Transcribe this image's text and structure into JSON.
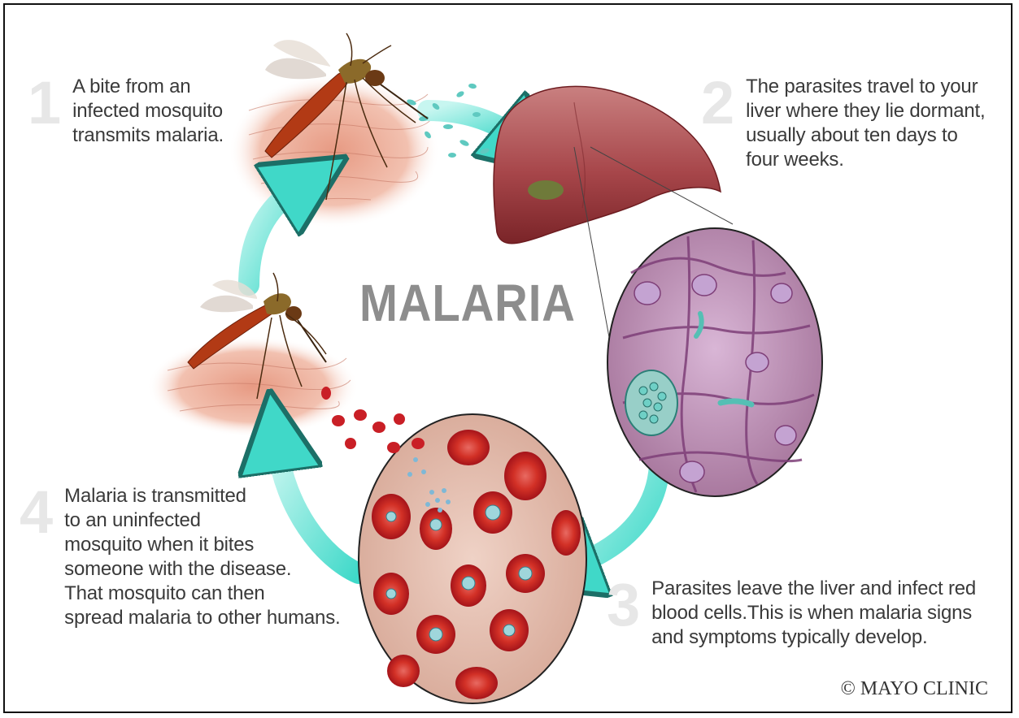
{
  "title": "MALARIA",
  "steps": [
    {
      "number": "1",
      "lines": [
        "A bite from an",
        "infected mosquito",
        "transmits malaria."
      ]
    },
    {
      "number": "2",
      "lines": [
        "The parasites travel to your",
        "liver where they lie dormant,",
        "usually about ten days to",
        "four weeks."
      ]
    },
    {
      "number": "3",
      "lines": [
        "Parasites leave the liver and infect red",
        "blood cells.This is when malaria signs",
        "and symptoms typically develop."
      ]
    },
    {
      "number": "4",
      "lines": [
        "Malaria is transmitted",
        "to an uninfected",
        "mosquito when it bites",
        "someone with the disease.",
        "That mosquito can then",
        "spread malaria to other humans."
      ]
    }
  ],
  "copyright": "© MAYO CLINIC",
  "colors": {
    "arrow": "#5fe6d8",
    "liver": "#8e2b2e",
    "blood_cell": "#c71f24",
    "skin": "#e9a590",
    "mosquito": "#b23a15"
  }
}
